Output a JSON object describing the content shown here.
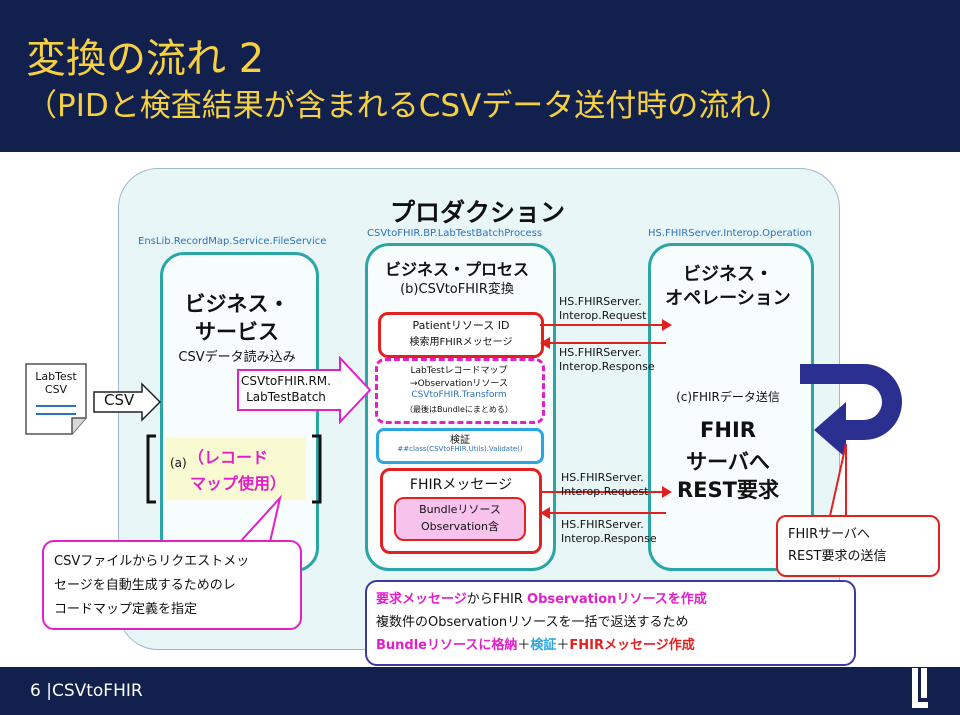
{
  "header": {
    "title_line1": "変換の流れ 2",
    "title_line2": "（PIDと検査結果が含まれるCSVデータ送付時の流れ）"
  },
  "footer": {
    "text": "6 |CSVtoFHIR"
  },
  "production": {
    "label": "プロダクション",
    "service_class": "EnsLib.RecordMap.Service.FileService",
    "process_class": "CSVtoFHIR.BP.LabTestBatchProcess",
    "operation_class": "HS.FHIRServer.Interop.Operation"
  },
  "file": {
    "line1": "LabTest",
    "line2": "CSV",
    "csv_label": "CSV"
  },
  "business_service": {
    "title_line1": "ビジネス・",
    "title_line2": "サービス",
    "subtitle": "CSVデータ読み込み",
    "record_map_prefix": "(a)",
    "record_map_line1": "（レコード",
    "record_map_line2": "マップ使用）"
  },
  "record_msg": {
    "line1": "CSVtoFHIR.RM.",
    "line2": "LabTestBatch"
  },
  "business_process": {
    "title": "ビジネス・プロセス",
    "subtitle": "(b)CSVtoFHIR変換",
    "patient_line1": "Patientリソース ID",
    "patient_line2": "検索用FHIRメッセージ",
    "transform_line1": "LabTestレコードマップ",
    "transform_line2": "→Observationリソース",
    "transform_line3": "CSVtoFHIR.Transform",
    "transform_line4": "（最後はBundleにまとめる）",
    "validate_line1": "検証",
    "validate_line2": "##class(CSVtoFHIR.Utils).Validate()",
    "fhir_msg_title": "FHIRメッセージ",
    "bundle_line1": "Bundleリソース",
    "bundle_line2": "Observation含"
  },
  "messages": {
    "req1_line1": "HS.FHIRServer.",
    "req1_line2": "Interop.Request",
    "resp1_line1": "HS.FHIRServer.",
    "resp1_line2": "Interop.Response",
    "req2_line1": "HS.FHIRServer.",
    "req2_line2": "Interop.Request",
    "resp2_line1": "HS.FHIRServer.",
    "resp2_line2": "Interop.Response"
  },
  "business_operation": {
    "title_line1": "ビジネス・",
    "title_line2": "オペレーション",
    "subtitle": "(c)FHIRデータ送信",
    "rest_line1": "FHIR",
    "rest_line2": "サーバへ",
    "rest_line3": "REST要求"
  },
  "callouts": {
    "record_map_line1": "CSVファイルからリクエストメッ",
    "record_map_line2": "セージを自動生成するためのレ",
    "record_map_line3": "コードマップ定義を指定",
    "rest_line1": "FHIRサーバへ",
    "rest_line2": "REST要求の送信",
    "process_line1_a": "要求メッセージ",
    "process_line1_b": "からFHIR ",
    "process_line1_c": "Observationリソースを作成",
    "process_line2": "複数件のObservationリソースを一括で返送するため",
    "process_line3_a": "Bundleリソースに格納",
    "process_line3_b": "＋",
    "process_line3_c": "検証",
    "process_line3_d": "＋",
    "process_line3_e": "FHIRメッセージ作成"
  },
  "colors": {
    "header_bg": "#12204e",
    "title": "#f5d142",
    "teal": "#2aa6a6",
    "magenta": "#e21fc9",
    "red": "#e32020",
    "navy_arrow": "#2b2f8f",
    "blue": "#2aa6e0"
  }
}
